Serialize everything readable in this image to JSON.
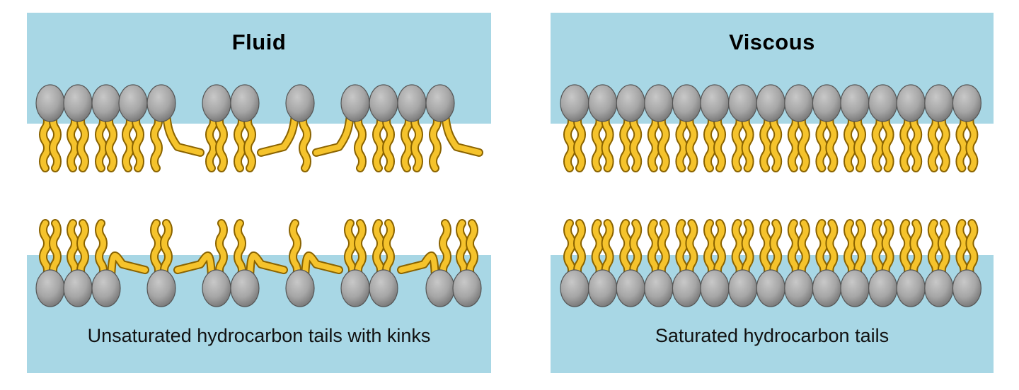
{
  "colors": {
    "water": "#a8d7e5",
    "tail_fill": "#f5c32c",
    "tail_outline": "#8a6300",
    "head_light": "#c8c8c8",
    "head_dark": "#6f6f6f"
  },
  "panels": [
    {
      "title": "Fluid",
      "caption": "Unsaturated hydrocarbon tails with kinks",
      "tail_type": "unsaturated-kinked"
    },
    {
      "title": "Viscous",
      "caption": "Saturated hydrocarbon tails",
      "tail_type": "saturated"
    }
  ]
}
